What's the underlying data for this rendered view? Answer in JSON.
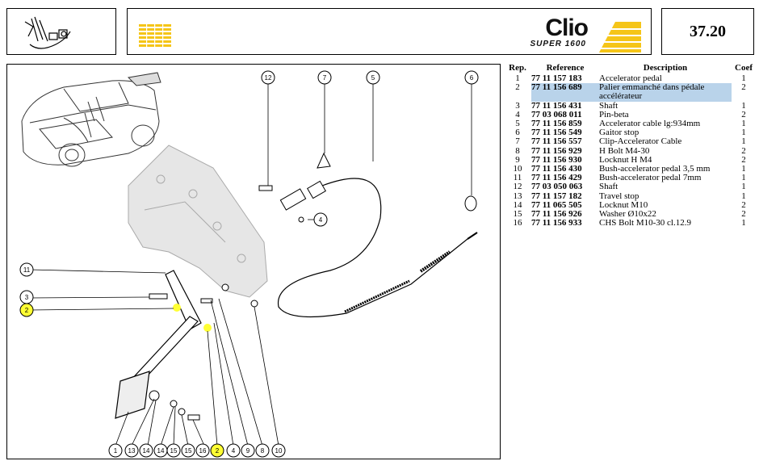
{
  "header": {
    "page_number": "37.20",
    "brand": "Clio",
    "brand_sub": "SUPER 1600"
  },
  "table": {
    "headers": {
      "rep": "Rep.",
      "reference": "Reference",
      "description": "Description",
      "coef": "Coef"
    },
    "rows": [
      {
        "rep": "1",
        "reference": "77 11 157 183",
        "description": "Accelerator pedal",
        "coef": "1"
      },
      {
        "rep": "2",
        "reference": "77 11 156 689",
        "description": "Palier emmanché dans pédale accélérateur",
        "coef": "2",
        "selected": true
      },
      {
        "rep": "3",
        "reference": "77 11 156 431",
        "description": "Shaft",
        "coef": "1"
      },
      {
        "rep": "4",
        "reference": "77 03 068 011",
        "description": "Pin-beta",
        "coef": "2"
      },
      {
        "rep": "5",
        "reference": "77 11 156 859",
        "description": "Accelerator cable lg:934mm",
        "coef": "1"
      },
      {
        "rep": "6",
        "reference": "77 11 156 549",
        "description": "Gaitor stop",
        "coef": "1"
      },
      {
        "rep": "7",
        "reference": "77 11 156 557",
        "description": "Clip-Accelerator Cable",
        "coef": "1"
      },
      {
        "rep": "8",
        "reference": "77 11 156 929",
        "description": "H Bolt M4-30",
        "coef": "2"
      },
      {
        "rep": "9",
        "reference": "77 11 156 930",
        "description": "Locknut H M4",
        "coef": "2"
      },
      {
        "rep": "10",
        "reference": "77 11 156 430",
        "description": "Bush-accelerator pedal 3,5 mm",
        "coef": "1"
      },
      {
        "rep": "11",
        "reference": "77 11 156 429",
        "description": "Bush-accelerator pedal 7mm",
        "coef": "1"
      },
      {
        "rep": "12",
        "reference": "77 03 050 063",
        "description": "Shaft",
        "coef": "1"
      },
      {
        "rep": "13",
        "reference": "77 11 157 182",
        "description": "Travel stop",
        "coef": "1"
      },
      {
        "rep": "14",
        "reference": "77 11 065 505",
        "description": "Locknut M10",
        "coef": "2"
      },
      {
        "rep": "15",
        "reference": "77 11 156 926",
        "description": "Washer Ø10x22",
        "coef": "2"
      },
      {
        "rep": "16",
        "reference": "77 11 156 933",
        "description": "CHS Bolt M10-30 cl.12.9",
        "coef": "1"
      }
    ]
  },
  "diagram": {
    "top_callouts": [
      "12",
      "7",
      "5",
      "6"
    ],
    "side_callouts": [
      "11",
      "3",
      "2"
    ],
    "inline_callouts": [
      "4"
    ],
    "bottom_callouts": [
      "1",
      "13",
      "14",
      "14",
      "15",
      "15",
      "16",
      "2",
      "4",
      "9",
      "8",
      "10"
    ],
    "highlight_color": "#ffff33"
  }
}
